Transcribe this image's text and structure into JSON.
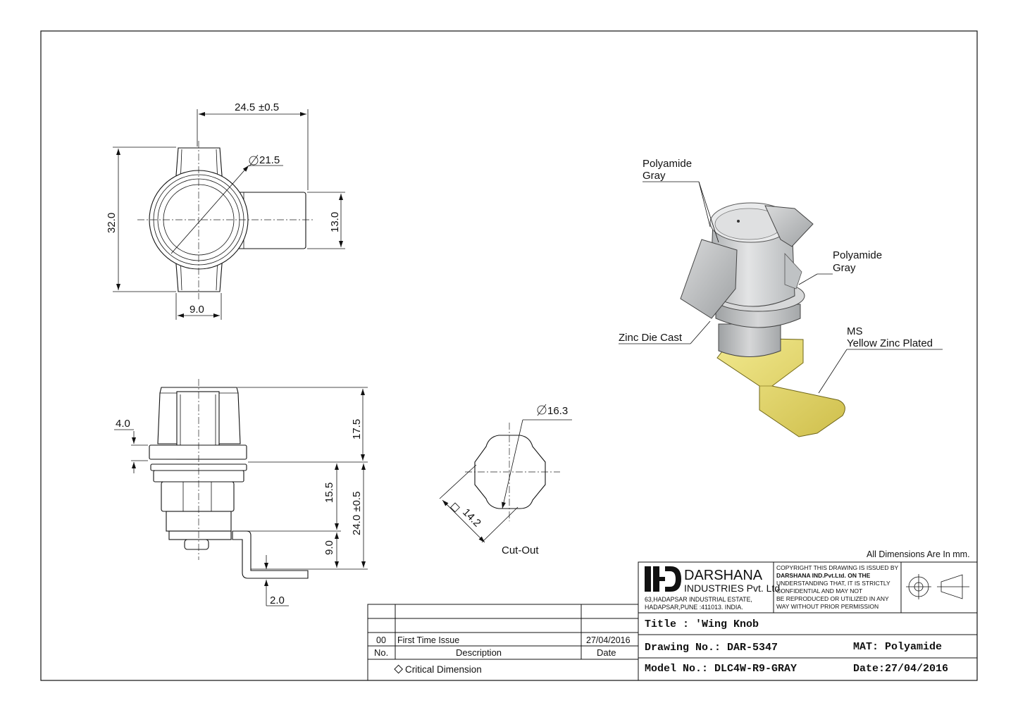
{
  "dimensions": {
    "top_width": "24.5",
    "top_width_tol": "±0.5",
    "diameter_knob": "21.5",
    "height_overall": "32.0",
    "cam_width": "13.0",
    "bottom_width": "9.0",
    "flange_thickness": "4.0",
    "knob_height": "17.5",
    "thread_length": "15.5",
    "panel_to_cam": "24.0 ±0.5",
    "cam_offset": "9.0",
    "cam_thickness": "2.0",
    "cutout_diameter": "16.3",
    "cutout_flats": "14.2"
  },
  "cutout_label": "Cut-Out",
  "callouts": {
    "knob_material": [
      "Polyamide",
      "Gray"
    ],
    "wing_material": [
      "Polyamide",
      "Gray"
    ],
    "body_material": "Zinc Die Cast",
    "cam_material": [
      "MS",
      "Yellow Zinc Plated"
    ]
  },
  "units_note": "All Dimensions Are In mm.",
  "revision_table": {
    "rows": [
      {
        "no": "00",
        "description": "First Time Issue",
        "date": "27/04/2016"
      }
    ],
    "headers": {
      "no": "No.",
      "description": "Description",
      "date": "Date"
    },
    "legend": "Critical Dimension"
  },
  "company": {
    "name": "DARSHANA",
    "subname": "INDUSTRIES Pvt. Ltd.",
    "address_1": "63,HADAPSAR INDUSTRIAL ESTATE,",
    "address_2": "HADAPSAR,PUNE :411013. INDIA.",
    "copyright": [
      "COPYRIGHT THIS DRAWING IS ISSUED BY",
      "DARSHANA IND.Pvt.Ltd. ON THE",
      "UNDERSTANDING THAT, IT IS STRICTLY",
      "CONFIDENTIAL AND MAY NOT",
      "BE REPRODUCED OR UTILIZED IN ANY",
      "WAY WITHOUT PRIOR PERMISSION"
    ]
  },
  "title_block": {
    "title": "Title : 'Wing Knob",
    "drawing_no": "Drawing No.: DAR-5347",
    "material": "MAT: Polyamide",
    "model_no": "Model No.: DLC4W-R9-GRAY",
    "date": "Date:27/04/2016"
  },
  "colors": {
    "knob_gray": "#c9cbcc",
    "cam_yellow": "#e6d86a",
    "border": "#111111"
  }
}
